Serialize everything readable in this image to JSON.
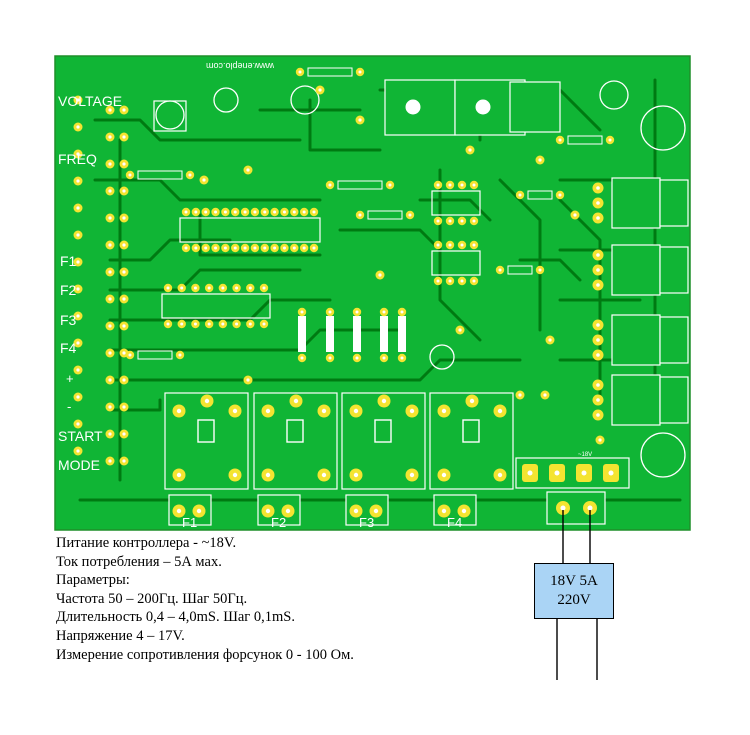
{
  "board": {
    "colors": {
      "board": "#10b535",
      "board_edge": "#1f8f2a",
      "trace": "#007a12",
      "pad": "#f4e431",
      "hole": "#ffffff",
      "silkscreen": "#ffffff",
      "psu_box": "#aad4f5"
    },
    "website": "www.eneplo.com",
    "side_labels": {
      "voltage": "VOLTAGE",
      "freq": "FREQ",
      "f1": "F1",
      "f2": "F2",
      "f3": "F3",
      "f4": "F4",
      "plus": "+",
      "minus": "-",
      "start": "START",
      "mode": "MODE"
    },
    "output_labels": [
      "F1",
      "F2",
      "F3",
      "F4"
    ],
    "psu_connector_label": "~18V"
  },
  "notes": {
    "lines": [
      "Питание контроллера - ~18V.",
      "Ток потребления – 5А мах.",
      "Параметры:",
      "Частота 50 – 200Гц. Шаг 50Гц.",
      "Длительность 0,4 – 4,0mS. Шаг 0,1mS.",
      "Напряжение 4 – 17V.",
      "Измерение сопротивления форсунок 0 - 100 Ом."
    ]
  },
  "power_supply": {
    "line1": "18V 5A",
    "line2": "220V"
  }
}
